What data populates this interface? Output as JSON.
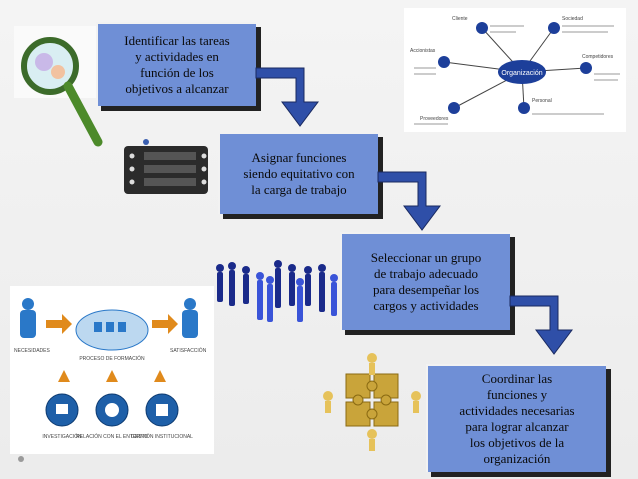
{
  "steps": [
    {
      "lines": [
        "Identificar las tareas",
        "y actividades en",
        "función de los",
        "objetivos  a alcanzar"
      ]
    },
    {
      "lines": [
        "Asignar funciones",
        "siendo equitativo con",
        "la carga de trabajo"
      ]
    },
    {
      "lines": [
        "Seleccionar un grupo",
        "de trabajo adecuado",
        "para desempeñar los",
        "cargos y actividades"
      ]
    },
    {
      "lines": [
        "Coordinar las",
        "funciones y",
        "actividades  necesarias",
        "para lograr alcanzar",
        "los objetivos  de la",
        "organización"
      ]
    }
  ],
  "org_chart": {
    "center": "Organización",
    "nodes": [
      "Cliente",
      "Sociedad",
      "Accionistas",
      "Competidores",
      "Proveedores",
      "Personal"
    ]
  },
  "process": {
    "left": "NECESIDADES",
    "center": "PROCESO DE FORMACIÓN",
    "right": "SATISFACCIÓN",
    "bottom": [
      "INVESTIGACIÓN",
      "RELACIÓN CON EL ENTORNO",
      "GESTIÓN INSTITUCIONAL"
    ]
  },
  "colors": {
    "box_fill": "#6f8fd6",
    "arrow": "#2f4fa8"
  }
}
